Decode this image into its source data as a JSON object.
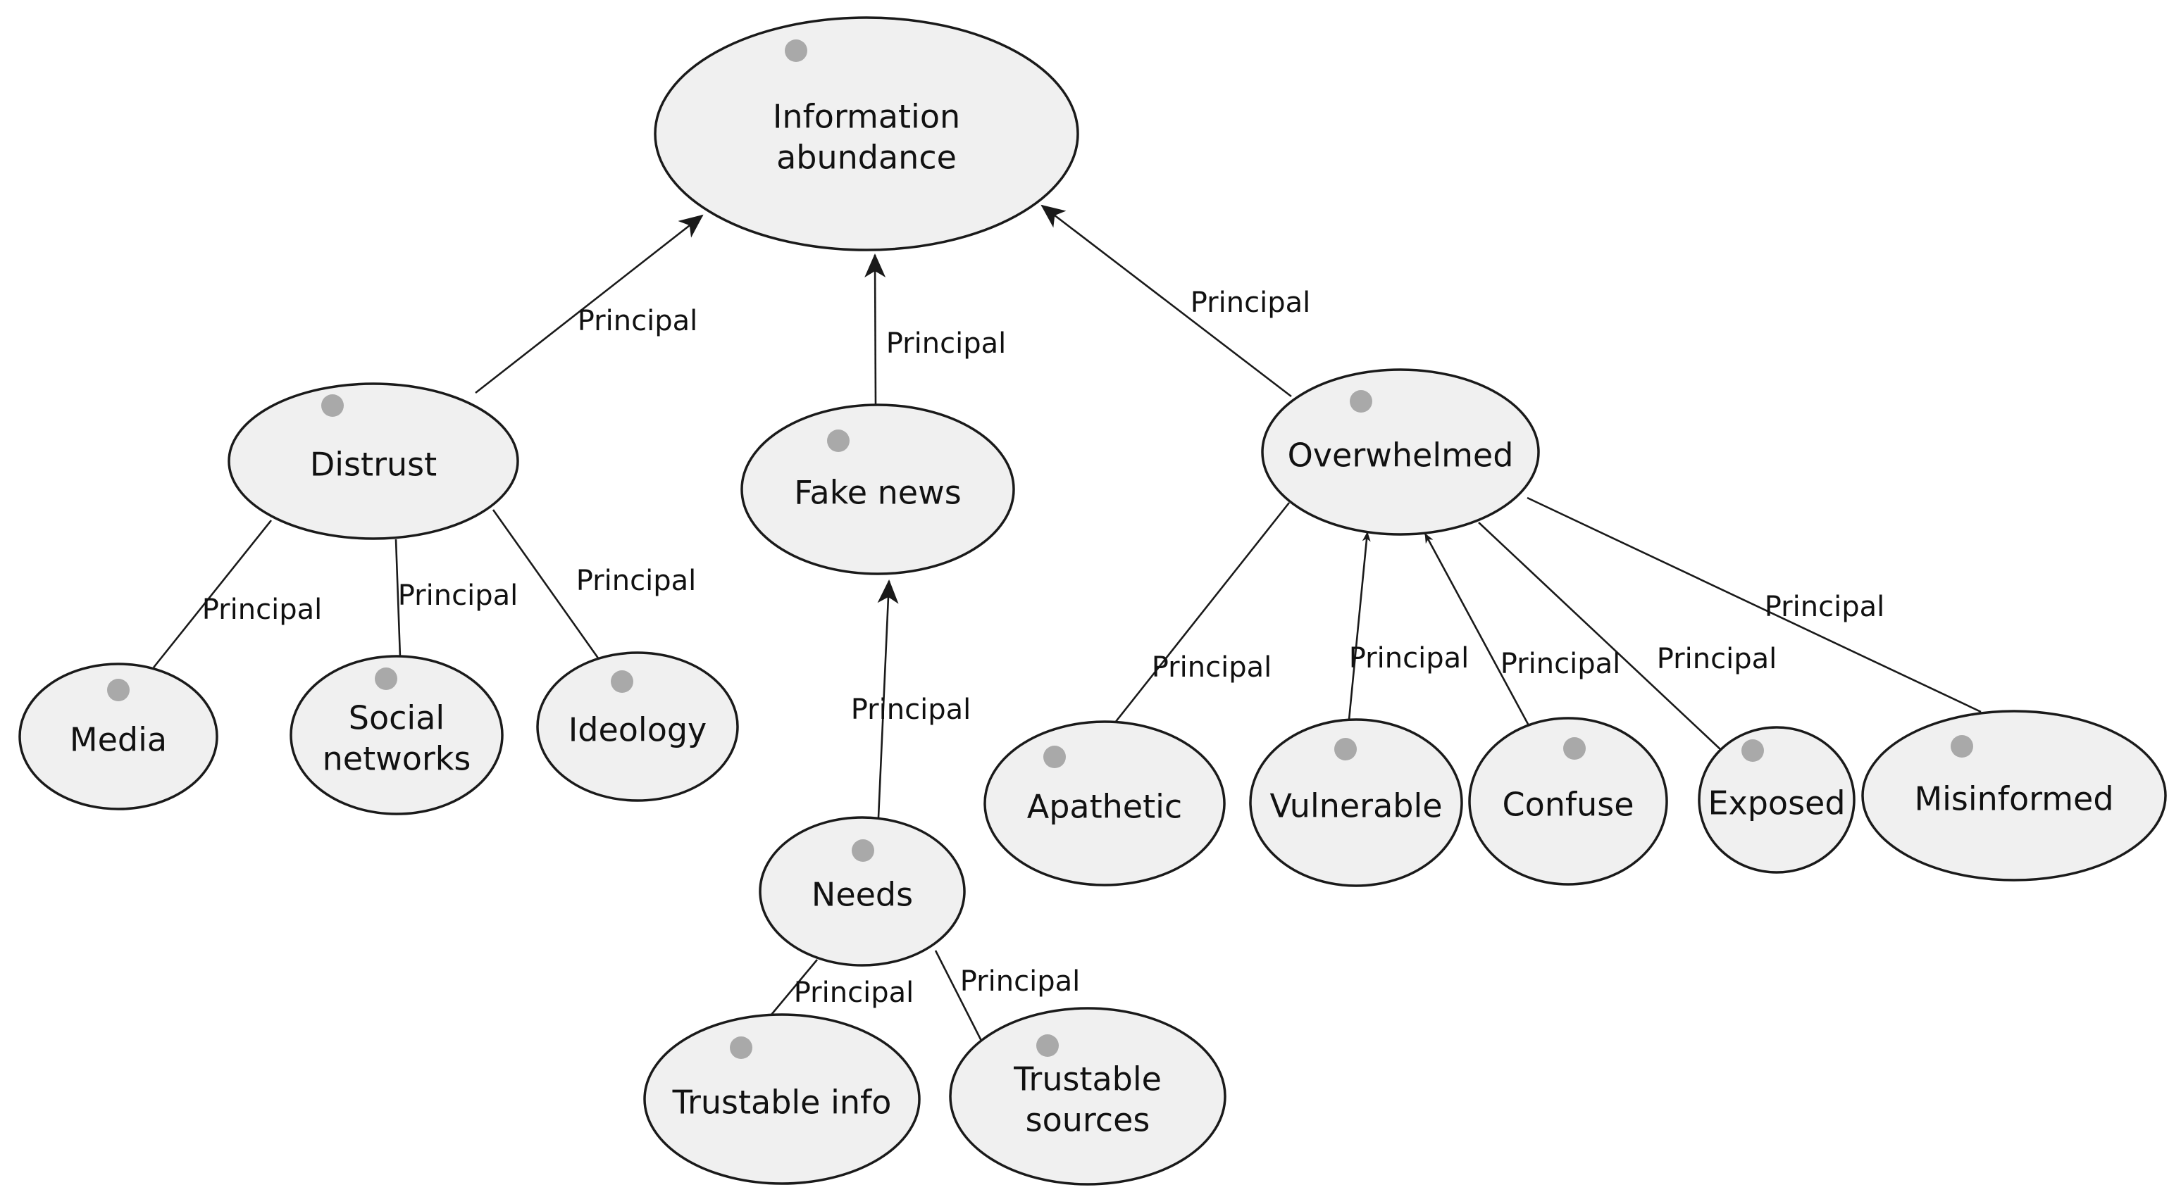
{
  "nodes": {
    "information_abundance": {
      "lines": [
        "Information",
        "abundance"
      ]
    },
    "distrust": {
      "lines": [
        "Distrust"
      ]
    },
    "fake_news": {
      "lines": [
        "Fake news"
      ]
    },
    "overwhelmed": {
      "lines": [
        "Overwhelmed"
      ]
    },
    "media": {
      "lines": [
        "Media"
      ]
    },
    "social_networks": {
      "lines": [
        "Social",
        "networks"
      ]
    },
    "ideology": {
      "lines": [
        "Ideology"
      ]
    },
    "needs": {
      "lines": [
        "Needs"
      ]
    },
    "trustable_info": {
      "lines": [
        "Trustable info"
      ]
    },
    "trustable_sources": {
      "lines": [
        "Trustable",
        "sources"
      ]
    },
    "apathetic": {
      "lines": [
        "Apathetic"
      ]
    },
    "vulnerable": {
      "lines": [
        "Vulnerable"
      ]
    },
    "confuse": {
      "lines": [
        "Confuse"
      ]
    },
    "exposed": {
      "lines": [
        "Exposed"
      ]
    },
    "misinformed": {
      "lines": [
        "Misinformed"
      ]
    }
  },
  "edges": [
    {
      "from": "distrust",
      "to": "information_abundance",
      "label": "Principal",
      "arrow": true
    },
    {
      "from": "fake_news",
      "to": "information_abundance",
      "label": "Principal",
      "arrow": true
    },
    {
      "from": "overwhelmed",
      "to": "information_abundance",
      "label": "Principal",
      "arrow": true
    },
    {
      "from": "media",
      "to": "distrust",
      "label": "Principal",
      "arrow": false
    },
    {
      "from": "social_networks",
      "to": "distrust",
      "label": "Principal",
      "arrow": false
    },
    {
      "from": "ideology",
      "to": "distrust",
      "label": "Principal",
      "arrow": false
    },
    {
      "from": "needs",
      "to": "fake_news",
      "label": "Principal",
      "arrow": true
    },
    {
      "from": "trustable_info",
      "to": "needs",
      "label": "Principal",
      "arrow": false
    },
    {
      "from": "trustable_sources",
      "to": "needs",
      "label": "Principal",
      "arrow": false
    },
    {
      "from": "apathetic",
      "to": "overwhelmed",
      "label": "Principal",
      "arrow": false
    },
    {
      "from": "vulnerable",
      "to": "overwhelmed",
      "label": "Principal",
      "arrow": true
    },
    {
      "from": "confuse",
      "to": "overwhelmed",
      "label": "Principal",
      "arrow": true
    },
    {
      "from": "exposed",
      "to": "overwhelmed",
      "label": "Principal",
      "arrow": false
    },
    {
      "from": "misinformed",
      "to": "overwhelmed",
      "label": "Principal",
      "arrow": false
    }
  ],
  "colors": {
    "node_fill": "#f0f0f0",
    "node_stroke": "#1a1a1a",
    "dot": "#a9a9a9",
    "text": "#111111"
  }
}
